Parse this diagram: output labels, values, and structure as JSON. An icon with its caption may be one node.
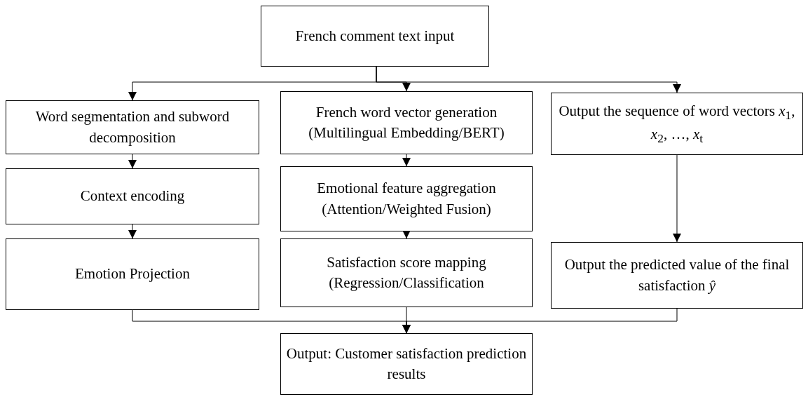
{
  "diagram": {
    "nodes": [
      {
        "text": [
          "French comment text input"
        ]
      },
      {
        "text": [
          "Word segmentation and subword decomposition"
        ]
      },
      {
        "text": [
          "French word vector generation (Multilingual Embedding/BERT)"
        ]
      },
      {
        "text": [
          "Output the sequence of word vectors *x*$_{1}$, *x*$_{2}$, …, *x*$_{t}$"
        ]
      },
      {
        "text": [
          "Context encoding"
        ]
      },
      {
        "text": [
          "Emotional feature aggregation (Attention/Weighted Fusion)"
        ]
      },
      {
        "text": [
          "Emotion Projection"
        ]
      },
      {
        "text": [
          "Satisfaction score mapping (Regression/Classification"
        ]
      },
      {
        "text": [
          "Output the predicted value of the final satisfaction *ŷ*"
        ]
      },
      {
        "text": [
          "Output: Customer satisfaction prediction results"
        ]
      }
    ],
    "edges": [
      {
        "from": 0,
        "to": 1,
        "arrow": "to"
      },
      {
        "from": 0,
        "to": 2,
        "arrow": "to"
      },
      {
        "from": 0,
        "to": 3,
        "arrow": "to"
      },
      {
        "from": 1,
        "to": 4,
        "arrow": "to"
      },
      {
        "from": 4,
        "to": 6,
        "arrow": "to"
      },
      {
        "from": 2,
        "to": 5,
        "arrow": "to"
      },
      {
        "from": 5,
        "to": 7,
        "arrow": "to"
      },
      {
        "from": 3,
        "to": 8,
        "arrow": "to"
      },
      {
        "from": 6,
        "to": 9,
        "arrow": "to"
      },
      {
        "from": 7,
        "to": 9,
        "arrow": "to"
      },
      {
        "from": 8,
        "to": 9,
        "arrow": "to"
      }
    ]
  }
}
